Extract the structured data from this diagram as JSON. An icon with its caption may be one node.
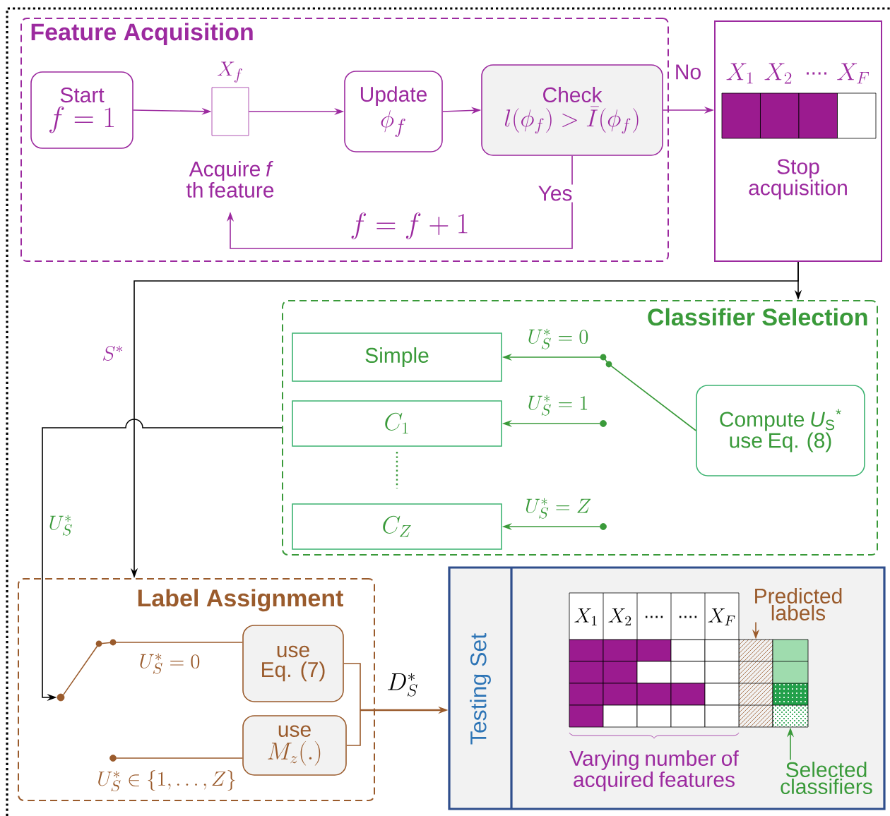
{
  "diagram": {
    "nodes": [
      {
        "text": [
          "Feature Acquisition"
        ]
      },
      {
        "text": [
          "Start",
          "f=1"
        ],
        "in": 0
      },
      {
        "text": [],
        "shape": "box",
        "in": 0,
        "beside": [
          "X_{f}",
          "Acquire *f* th feature"
        ]
      },
      {
        "text": [
          "Update",
          "\\phi_{f}"
        ],
        "in": 0
      },
      {
        "text": [
          "Check",
          "l(\\phi_{f})>\\bar{I}(\\phi_{f})"
        ],
        "in": 0
      },
      {
        "text": [
          "Stop acquisition"
        ]
      },
      {
        "text": [
          "Classifier Selection"
        ]
      },
      {
        "text": [
          "Simple"
        ],
        "in": 6
      },
      {
        "text": [
          "C_{1}"
        ],
        "in": 6
      },
      {
        "text": [
          "C_{Z}"
        ],
        "in": 6
      },
      {
        "text": [
          "Compute *U*$_{S}$$^{*}$ use Eq. (8)"
        ],
        "in": 6
      },
      {
        "text": [
          "Label Assignment"
        ]
      },
      {
        "text": [
          "use",
          "Eq. (7)"
        ],
        "in": 11
      },
      {
        "text": [
          "use",
          "M_{z}(.)"
        ],
        "in": 11
      },
      {
        "text": [],
        "shape": "circle",
        "in": 11
      },
      {
        "text": [
          "Testing Set"
        ]
      },
      {
        "text": [
          "Predicted labels"
        ],
        "in": 15
      },
      {
        "text": [],
        "shape": "bar",
        "in": 15
      },
      {
        "text": [
          "Selected classifiers"
        ],
        "in": 15
      },
      {
        "text": [],
        "shape": "bar",
        "in": 15
      },
      {
        "text": [],
        "shape": "circle",
        "in": 6
      },
      {
        "text": [],
        "shape": "circle",
        "in": 6
      },
      {
        "text": [],
        "shape": "circle",
        "in": 11
      }
    ],
    "edges": [
      {
        "from": 1,
        "to": 2,
        "arrow": "to",
        "color": "#9c2a9f"
      },
      {
        "from": 2,
        "to": 3,
        "arrow": "to",
        "color": "#9c2a9f"
      },
      {
        "from": 3,
        "to": 4,
        "arrow": "to",
        "color": "#9c2a9f"
      },
      {
        "from": 4,
        "to": 5,
        "arrow": "to",
        "label": "No",
        "color": "#9c2a9f"
      },
      {
        "from": 4,
        "to": 2,
        "arrow": "to",
        "label": "Yes",
        "color": "#9c2a9f"
      },
      {
        "from": 5,
        "to": 6,
        "arrow": "to",
        "color": "#000000"
      },
      {
        "from": 5,
        "to": 11,
        "arrow": "to",
        "label": "S^{*}",
        "color": "#000000"
      },
      {
        "from": 10,
        "to": 7,
        "arrow": "to",
        "label": "U_{S}^{*}=0",
        "color": "#3a9a3a"
      },
      {
        "from": 20,
        "to": 8,
        "arrow": "to",
        "label": "U_{S}^{*}=1",
        "color": "#3a9a3a"
      },
      {
        "from": 21,
        "to": 9,
        "arrow": "to",
        "label": "U_{S}^{*}=Z",
        "color": "#3a9a3a"
      },
      {
        "from": 6,
        "to": 14,
        "arrow": "to",
        "label": "U_{S}^{*}",
        "color": "#000000"
      },
      {
        "from": 14,
        "to": 12,
        "arrow": "none",
        "label": "U_{S}^{*}=0",
        "color": "#9a5b2c"
      },
      {
        "from": 22,
        "to": 13,
        "arrow": "none",
        "label": "U_{S}^{*}\\in\\{1,\\ldots,Z\\}",
        "color": "#9a5b2c"
      },
      {
        "from": 12,
        "to": 15,
        "arrow": "to",
        "color": "#9a5b2c"
      },
      {
        "from": 13,
        "to": 15,
        "arrow": "to",
        "color": "#9a5b2c"
      },
      {
        "from": 16,
        "to": 17,
        "arrow": "to",
        "color": "#9a5b2c"
      },
      {
        "from": 18,
        "to": 19,
        "arrow": "to",
        "color": "#3a9a3a"
      }
    ],
    "labels": [
      "X_{1}",
      "X_{2}",
      "....",
      "X_{F}",
      "f=f+1",
      "D_{S}^{*}",
      "X_{1}",
      "X_{2}",
      "....",
      "....",
      "X_{F}",
      "Varying number of acquired features"
    ]
  }
}
